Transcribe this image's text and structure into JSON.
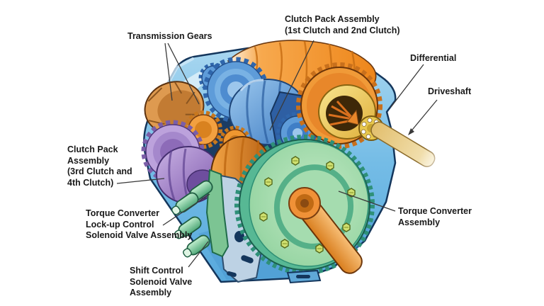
{
  "figure": {
    "background_color": "#FFFFFF",
    "labels": {
      "transmission_gears": "Transmission Gears",
      "clutch_pack_1_2": "Clutch Pack Assembly\n(1st Clutch and 2nd Clutch)",
      "differential": "Differential",
      "driveshaft": "Driveshaft",
      "clutch_pack_3_4": "Clutch Pack\nAssembly\n(3rd Clutch and\n 4th Clutch)",
      "torque_converter_lockup": "Torque Converter\nLock-up Control\nSolenoid Valve Assembly",
      "shift_control": "Shift Control\nSolenoid Valve\nAssembly",
      "torque_converter_assembly": "Torque Converter\nAssembly"
    },
    "colors": {
      "case_blue": "#6FB9E4",
      "gear_blue": "#5E9CD9",
      "housing_orange": "#F0921E",
      "differential_yellow": "#F2D35C",
      "driveshaft_tan": "#E2BE6C",
      "clutch_purple": "#A588CC",
      "torque_converter_green": "#8BD0A0",
      "solenoid_green": "#8FDCA8",
      "bolt_green": "#CFE070",
      "outline_navy": "#14365C",
      "label_text": "#1A1A1A",
      "leader_line": "#3A3A3A"
    }
  }
}
